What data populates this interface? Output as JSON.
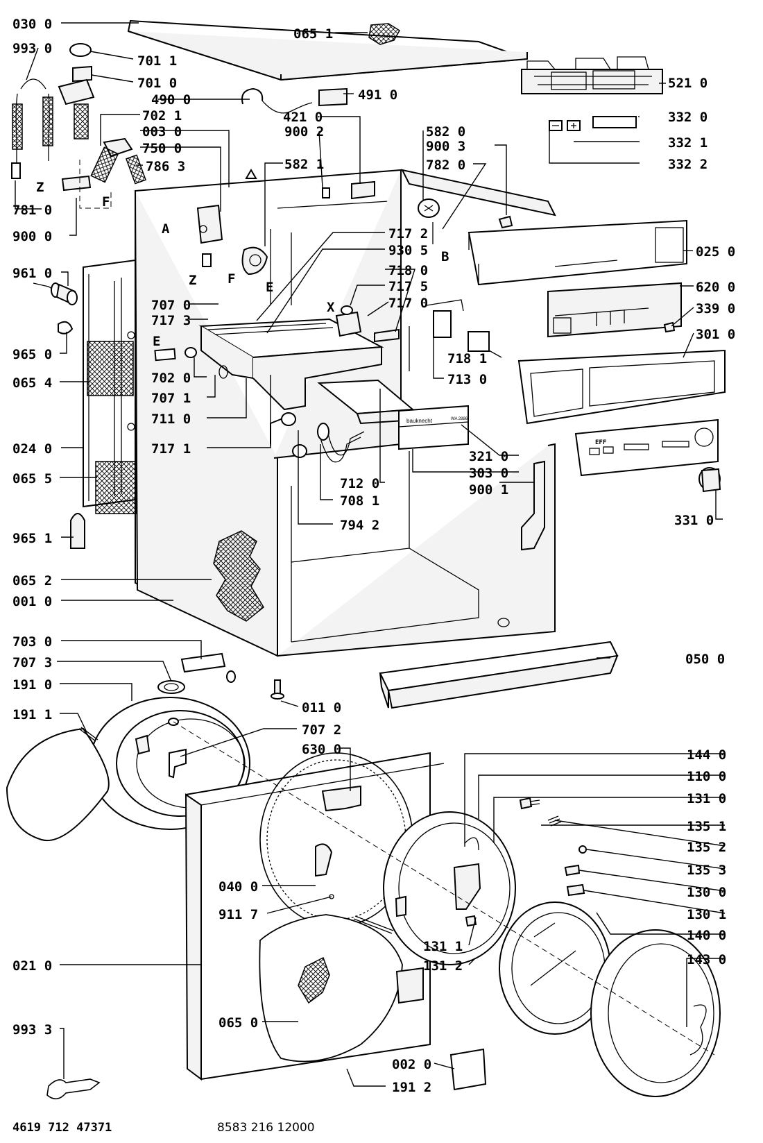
{
  "labels": {
    "l0300": "030 0",
    "l0651": "065 1",
    "l9930": "993 0",
    "l7011": "701 1",
    "l7010": "701 0",
    "l5210": "521 0",
    "l4900": "490 0",
    "l4910": "491 0",
    "l7021": "702 1",
    "l4210": "421 0",
    "l3320": "332 0",
    "l0030": "003 0",
    "l9002": "900 2",
    "l5820": "582 0",
    "l3321": "332 1",
    "l7500": "750 0",
    "l9003": "900 3",
    "l7863": "786 3",
    "l5821": "582 1",
    "l7820": "782 0",
    "l3322": "332 2",
    "l7810": "781 0",
    "l9000": "900 0",
    "l0250": "025 0",
    "l7172": "717 2",
    "l9305": "930 5",
    "l9610": "961 0",
    "l7180": "718 0",
    "l7175": "717 5",
    "l6200": "620 0",
    "l7070": "707 0",
    "l7170": "717 0",
    "l3390": "339 0",
    "l7173": "717 3",
    "l9650": "965 0",
    "l3010": "301 0",
    "l7181": "718 1",
    "l0654": "065 4",
    "l7020": "702 0",
    "l7130": "713 0",
    "l7071": "707 1",
    "l7110": "711 0",
    "l0240": "024 0",
    "l7171": "717 1",
    "l3210": "321 0",
    "l3030": "303 0",
    "l0655": "065 5",
    "l7120": "712 0",
    "l9001": "900 1",
    "l7081": "708 1",
    "l3310": "331 0",
    "l9651": "965 1",
    "l7942": "794 2",
    "l0652": "065 2",
    "l0010": "001 0",
    "l7030": "703 0",
    "l0500": "050 0",
    "l7073": "707 3",
    "l1910": "191 0",
    "l0110": "011 0",
    "l1911": "191 1",
    "l7072": "707 2",
    "l6300": "630 0",
    "l1440": "144 0",
    "l1100": "110 0",
    "l1310": "131 0",
    "l1351": "135 1",
    "l1352": "135 2",
    "l1353": "135 3",
    "l0400": "040 0",
    "l1300": "130 0",
    "l9117": "911 7",
    "l1301": "130 1",
    "l1400": "140 0",
    "l1311": "131 1",
    "l1312": "131 2",
    "l0210": "021 0",
    "l1430": "143 0",
    "l0650": "065 0",
    "l9933": "993 3",
    "l0020": "002 0",
    "l1912": "191 2"
  },
  "letters": {
    "A": "A",
    "Z1": "Z",
    "F1": "F",
    "Z2": "Z",
    "F2": "F",
    "E1": "E",
    "E2": "E",
    "B": "B",
    "X": "X"
  },
  "footer": {
    "code_left": "4619 712 47371",
    "code_right": "8583 216 12000"
  },
  "panel_text": {
    "brand": "bauknecht",
    "model": "WA 2886",
    "display": "EFF"
  }
}
